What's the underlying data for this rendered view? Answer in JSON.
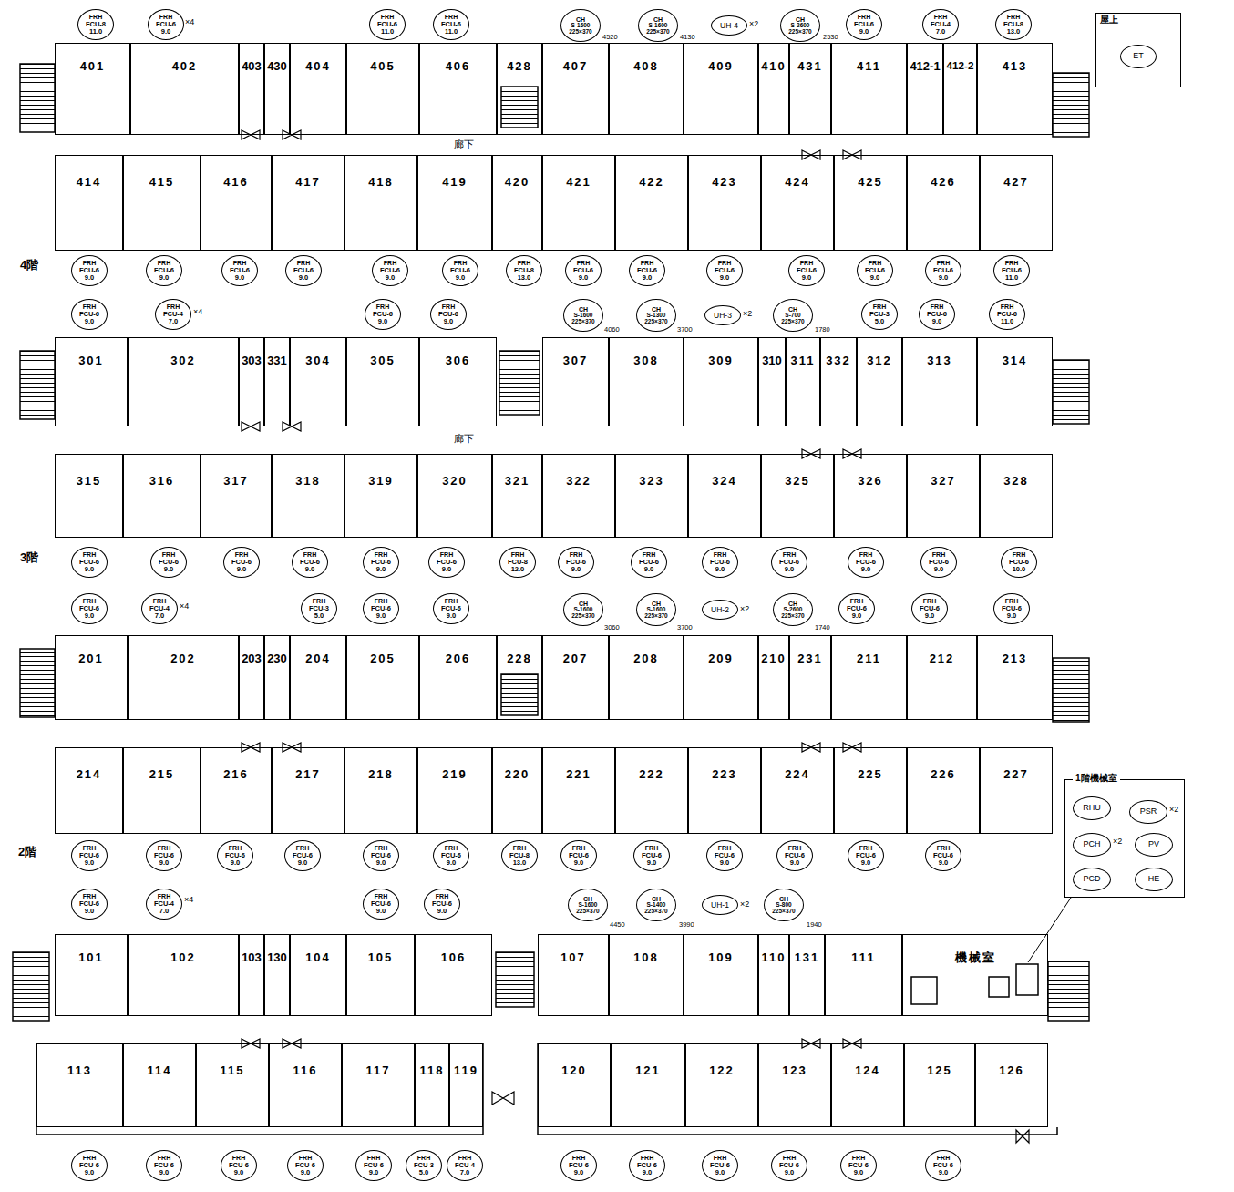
{
  "diagram": {
    "nodes": [
      {
        "text": [
          "屋上"
        ]
      },
      {
        "text": [
          "ET"
        ],
        "in": 0
      },
      {
        "text": [
          "FRH",
          "FCU-8",
          "11.0"
        ]
      },
      {
        "text": [
          "FRH",
          "FCU-6",
          "9.0"
        ]
      },
      {
        "text": [
          "FRH",
          "FCU-6",
          "11.0"
        ]
      },
      {
        "text": [
          "FRH",
          "FCU-6",
          "11.0"
        ]
      },
      {
        "text": [
          "CH",
          "S-1600",
          "225×370"
        ]
      },
      {
        "text": [
          "CH",
          "S-1600",
          "225×370"
        ]
      },
      {
        "text": [
          "UH-4"
        ]
      },
      {
        "text": [
          "CH",
          "S-2600",
          "225×370"
        ]
      },
      {
        "text": [
          "FRH",
          "FCU-6",
          "9.0"
        ]
      },
      {
        "text": [
          "FRH",
          "FCU-4",
          "7.0"
        ]
      },
      {
        "text": [
          "FRH",
          "FCU-8",
          "13.0"
        ]
      },
      {
        "text": [
          "401"
        ]
      },
      {
        "text": [
          "402"
        ]
      },
      {
        "text": [
          "403"
        ]
      },
      {
        "text": [
          "430"
        ]
      },
      {
        "text": [
          "404"
        ]
      },
      {
        "text": [
          "405"
        ]
      },
      {
        "text": [
          "406"
        ]
      },
      {
        "text": [
          "428"
        ]
      },
      {
        "text": [
          "407"
        ]
      },
      {
        "text": [
          "408"
        ]
      },
      {
        "text": [
          "409"
        ]
      },
      {
        "text": [
          "410"
        ]
      },
      {
        "text": [
          "431"
        ]
      },
      {
        "text": [
          "411"
        ]
      },
      {
        "text": [
          "412-1"
        ]
      },
      {
        "text": [
          "412-2"
        ]
      },
      {
        "text": [
          "413"
        ]
      },
      {
        "text": [
          "414"
        ]
      },
      {
        "text": [
          "415"
        ]
      },
      {
        "text": [
          "416"
        ]
      },
      {
        "text": [
          "417"
        ]
      },
      {
        "text": [
          "418"
        ]
      },
      {
        "text": [
          "419"
        ]
      },
      {
        "text": [
          "420"
        ]
      },
      {
        "text": [
          "421"
        ]
      },
      {
        "text": [
          "422"
        ]
      },
      {
        "text": [
          "423"
        ]
      },
      {
        "text": [
          "424"
        ]
      },
      {
        "text": [
          "425"
        ]
      },
      {
        "text": [
          "426"
        ]
      },
      {
        "text": [
          "427"
        ]
      },
      {
        "text": [
          "FRH",
          "FCU-6",
          "9.0"
        ]
      },
      {
        "text": [
          "FRH",
          "FCU-6",
          "9.0"
        ]
      },
      {
        "text": [
          "FRH",
          "FCU-6",
          "9.0"
        ]
      },
      {
        "text": [
          "FRH",
          "FCU-6",
          "9.0"
        ]
      },
      {
        "text": [
          "FRH",
          "FCU-6",
          "9.0"
        ]
      },
      {
        "text": [
          "FRH",
          "FCU-6",
          "9.0"
        ]
      },
      {
        "text": [
          "FRH",
          "FCU-8",
          "13.0"
        ]
      },
      {
        "text": [
          "FRH",
          "FCU-6",
          "9.0"
        ]
      },
      {
        "text": [
          "FRH",
          "FCU-6",
          "9.0"
        ]
      },
      {
        "text": [
          "FRH",
          "FCU-6",
          "9.0"
        ]
      },
      {
        "text": [
          "FRH",
          "FCU-6",
          "9.0"
        ]
      },
      {
        "text": [
          "FRH",
          "FCU-6",
          "9.0"
        ]
      },
      {
        "text": [
          "FRH",
          "FCU-6",
          "9.0"
        ]
      },
      {
        "text": [
          "FRH",
          "FCU-6",
          "11.0"
        ]
      },
      {
        "text": [
          "FRH",
          "FCU-6",
          "9.0"
        ]
      },
      {
        "text": [
          "FRH",
          "FCU-4",
          "7.0"
        ]
      },
      {
        "text": [
          "FRH",
          "FCU-6",
          "9.0"
        ]
      },
      {
        "text": [
          "FRH",
          "FCU-6",
          "9.0"
        ]
      },
      {
        "text": [
          "CH",
          "S-1600",
          "225×370"
        ]
      },
      {
        "text": [
          "CH",
          "S-1300",
          "225×370"
        ]
      },
      {
        "text": [
          "UH-3"
        ]
      },
      {
        "text": [
          "CH",
          "S-700",
          "225×370"
        ]
      },
      {
        "text": [
          "FRH",
          "FCU-3",
          "5.0"
        ]
      },
      {
        "text": [
          "FRH",
          "FCU-6",
          "9.0"
        ]
      },
      {
        "text": [
          "FRH",
          "FCU-6",
          "11.0"
        ]
      },
      {
        "text": [
          "301"
        ]
      },
      {
        "text": [
          "302"
        ]
      },
      {
        "text": [
          "303"
        ]
      },
      {
        "text": [
          "331"
        ]
      },
      {
        "text": [
          "304"
        ]
      },
      {
        "text": [
          "305"
        ]
      },
      {
        "text": [
          "306"
        ]
      },
      {
        "text": [
          "307"
        ]
      },
      {
        "text": [
          "308"
        ]
      },
      {
        "text": [
          "309"
        ]
      },
      {
        "text": [
          "310"
        ]
      },
      {
        "text": [
          "311"
        ]
      },
      {
        "text": [
          "332"
        ]
      },
      {
        "text": [
          "312"
        ]
      },
      {
        "text": [
          "313"
        ]
      },
      {
        "text": [
          "314"
        ]
      },
      {
        "text": [
          "315"
        ]
      },
      {
        "text": [
          "316"
        ]
      },
      {
        "text": [
          "317"
        ]
      },
      {
        "text": [
          "318"
        ]
      },
      {
        "text": [
          "319"
        ]
      },
      {
        "text": [
          "320"
        ]
      },
      {
        "text": [
          "321"
        ]
      },
      {
        "text": [
          "322"
        ]
      },
      {
        "text": [
          "323"
        ]
      },
      {
        "text": [
          "324"
        ]
      },
      {
        "text": [
          "325"
        ]
      },
      {
        "text": [
          "326"
        ]
      },
      {
        "text": [
          "327"
        ]
      },
      {
        "text": [
          "328"
        ]
      },
      {
        "text": [
          "FRH",
          "FCU-6",
          "9.0"
        ]
      },
      {
        "text": [
          "FRH",
          "FCU-6",
          "9.0"
        ]
      },
      {
        "text": [
          "FRH",
          "FCU-6",
          "9.0"
        ]
      },
      {
        "text": [
          "FRH",
          "FCU-6",
          "9.0"
        ]
      },
      {
        "text": [
          "FRH",
          "FCU-6",
          "9.0"
        ]
      },
      {
        "text": [
          "FRH",
          "FCU-6",
          "9.0"
        ]
      },
      {
        "text": [
          "FRH",
          "FCU-8",
          "12.0"
        ]
      },
      {
        "text": [
          "FRH",
          "FCU-6",
          "9.0"
        ]
      },
      {
        "text": [
          "FRH",
          "FCU-6",
          "9.0"
        ]
      },
      {
        "text": [
          "FRH",
          "FCU-6",
          "9.0"
        ]
      },
      {
        "text": [
          "FRH",
          "FCU-6",
          "9.0"
        ]
      },
      {
        "text": [
          "FRH",
          "FCU-6",
          "9.0"
        ]
      },
      {
        "text": [
          "FRH",
          "FCU-6",
          "9.0"
        ]
      },
      {
        "text": [
          "FRH",
          "FCU-6",
          "10.0"
        ]
      },
      {
        "text": [
          "FRH",
          "FCU-6",
          "9.0"
        ]
      },
      {
        "text": [
          "FRH",
          "FCU-4",
          "7.0"
        ]
      },
      {
        "text": [
          "FRH",
          "FCU-3",
          "5.0"
        ]
      },
      {
        "text": [
          "FRH",
          "FCU-6",
          "9.0"
        ]
      },
      {
        "text": [
          "FRH",
          "FCU-6",
          "9.0"
        ]
      },
      {
        "text": [
          "CH",
          "S-1600",
          "225×370"
        ]
      },
      {
        "text": [
          "CH",
          "S-1600",
          "225×370"
        ]
      },
      {
        "text": [
          "UH-2"
        ]
      },
      {
        "text": [
          "CH",
          "S-2600",
          "225×370"
        ]
      },
      {
        "text": [
          "FRH",
          "FCU-6",
          "9.0"
        ]
      },
      {
        "text": [
          "FRH",
          "FCU-6",
          "9.0"
        ]
      },
      {
        "text": [
          "FRH",
          "FCU-6",
          "9.0"
        ]
      },
      {
        "text": [
          "201"
        ]
      },
      {
        "text": [
          "202"
        ]
      },
      {
        "text": [
          "203"
        ]
      },
      {
        "text": [
          "230"
        ]
      },
      {
        "text": [
          "204"
        ]
      },
      {
        "text": [
          "205"
        ]
      },
      {
        "text": [
          "206"
        ]
      },
      {
        "text": [
          "228"
        ]
      },
      {
        "text": [
          "207"
        ]
      },
      {
        "text": [
          "208"
        ]
      },
      {
        "text": [
          "209"
        ]
      },
      {
        "text": [
          "210"
        ]
      },
      {
        "text": [
          "231"
        ]
      },
      {
        "text": [
          "211"
        ]
      },
      {
        "text": [
          "212"
        ]
      },
      {
        "text": [
          "213"
        ]
      },
      {
        "text": [
          "214"
        ]
      },
      {
        "text": [
          "215"
        ]
      },
      {
        "text": [
          "216"
        ]
      },
      {
        "text": [
          "217"
        ]
      },
      {
        "text": [
          "218"
        ]
      },
      {
        "text": [
          "219"
        ]
      },
      {
        "text": [
          "220"
        ]
      },
      {
        "text": [
          "221"
        ]
      },
      {
        "text": [
          "222"
        ]
      },
      {
        "text": [
          "223"
        ]
      },
      {
        "text": [
          "224"
        ]
      },
      {
        "text": [
          "225"
        ]
      },
      {
        "text": [
          "226"
        ]
      },
      {
        "text": [
          "227"
        ]
      },
      {
        "text": [
          "FRH",
          "FCU-6",
          "9.0"
        ]
      },
      {
        "text": [
          "FRH",
          "FCU-6",
          "9.0"
        ]
      },
      {
        "text": [
          "FRH",
          "FCU-6",
          "9.0"
        ]
      },
      {
        "text": [
          "FRH",
          "FCU-6",
          "9.0"
        ]
      },
      {
        "text": [
          "FRH",
          "FCU-6",
          "9.0"
        ]
      },
      {
        "text": [
          "FRH",
          "FCU-6",
          "9.0"
        ]
      },
      {
        "text": [
          "FRH",
          "FCU-8",
          "13.0"
        ]
      },
      {
        "text": [
          "FRH",
          "FCU-6",
          "9.0"
        ]
      },
      {
        "text": [
          "FRH",
          "FCU-6",
          "9.0"
        ]
      },
      {
        "text": [
          "FRH",
          "FCU-6",
          "9.0"
        ]
      },
      {
        "text": [
          "FRH",
          "FCU-6",
          "9.0"
        ]
      },
      {
        "text": [
          "FRH",
          "FCU-6",
          "9.0"
        ]
      },
      {
        "text": [
          "FRH",
          "FCU-6",
          "9.0"
        ]
      },
      {
        "text": [
          "FRH",
          "FCU-6",
          "9.0"
        ]
      },
      {
        "text": [
          "FRH",
          "FCU-4",
          "7.0"
        ]
      },
      {
        "text": [
          "FRH",
          "FCU-6",
          "9.0"
        ]
      },
      {
        "text": [
          "FRH",
          "FCU-6",
          "9.0"
        ]
      },
      {
        "text": [
          "CH",
          "S-1600",
          "225×370"
        ]
      },
      {
        "text": [
          "CH",
          "S-1400",
          "225×370"
        ]
      },
      {
        "text": [
          "UH-1"
        ]
      },
      {
        "text": [
          "CH",
          "S-800",
          "225×370"
        ]
      },
      {
        "text": [
          "101"
        ]
      },
      {
        "text": [
          "102"
        ]
      },
      {
        "text": [
          "103"
        ]
      },
      {
        "text": [
          "130"
        ]
      },
      {
        "text": [
          "104"
        ]
      },
      {
        "text": [
          "105"
        ]
      },
      {
        "text": [
          "106"
        ]
      },
      {
        "text": [
          "107"
        ]
      },
      {
        "text": [
          "108"
        ]
      },
      {
        "text": [
          "109"
        ]
      },
      {
        "text": [
          "110"
        ]
      },
      {
        "text": [
          "131"
        ]
      },
      {
        "text": [
          "111"
        ]
      },
      {
        "text": [
          "機械室"
        ]
      },
      {
        "text": [
          "113"
        ]
      },
      {
        "text": [
          "114"
        ]
      },
      {
        "text": [
          "115"
        ]
      },
      {
        "text": [
          "116"
        ]
      },
      {
        "text": [
          "117"
        ]
      },
      {
        "text": [
          "118"
        ]
      },
      {
        "text": [
          "119"
        ]
      },
      {
        "text": [
          "120"
        ]
      },
      {
        "text": [
          "121"
        ]
      },
      {
        "text": [
          "122"
        ]
      },
      {
        "text": [
          "123"
        ]
      },
      {
        "text": [
          "124"
        ]
      },
      {
        "text": [
          "125"
        ]
      },
      {
        "text": [
          "126"
        ]
      },
      {
        "text": [
          "FRH",
          "FCU-6",
          "9.0"
        ]
      },
      {
        "text": [
          "FRH",
          "FCU-6",
          "9.0"
        ]
      },
      {
        "text": [
          "FRH",
          "FCU-6",
          "9.0"
        ]
      },
      {
        "text": [
          "FRH",
          "FCU-6",
          "9.0"
        ]
      },
      {
        "text": [
          "FRH",
          "FCU-6",
          "9.0"
        ]
      },
      {
        "text": [
          "FRH",
          "FCU-3",
          "5.0"
        ]
      },
      {
        "text": [
          "FRH",
          "FCU-4",
          "7.0"
        ]
      },
      {
        "text": [
          "FRH",
          "FCU-6",
          "9.0"
        ]
      },
      {
        "text": [
          "FRH",
          "FCU-6",
          "9.0"
        ]
      },
      {
        "text": [
          "FRH",
          "FCU-6",
          "9.0"
        ]
      },
      {
        "text": [
          "FRH",
          "FCU-6",
          "9.0"
        ]
      },
      {
        "text": [
          "FRH",
          "FCU-6",
          "9.0"
        ]
      },
      {
        "text": [
          "FRH",
          "FCU-6",
          "9.0"
        ]
      },
      {
        "text": [
          "1階機械室"
        ]
      },
      {
        "text": [
          "RHU"
        ],
        "in": 217
      },
      {
        "text": [
          "PSR"
        ],
        "in": 217
      },
      {
        "text": [
          "PCH"
        ],
        "in": 217
      },
      {
        "text": [
          "PV"
        ],
        "in": 217
      },
      {
        "text": [
          "PCD"
        ],
        "in": 217
      },
      {
        "text": [
          "HE"
        ],
        "in": 217
      }
    ],
    "labels": [
      "×4",
      "×2",
      "4520",
      "4130",
      "2530",
      "廊下",
      "4階",
      "×4",
      "×2",
      "4060",
      "3700",
      "1780",
      "廊下",
      "3階",
      "×4",
      "×2",
      "3060",
      "3700",
      "1740",
      "2階",
      "×4",
      "×2",
      "4450",
      "3990",
      "1940",
      "×2",
      "×2"
    ]
  }
}
